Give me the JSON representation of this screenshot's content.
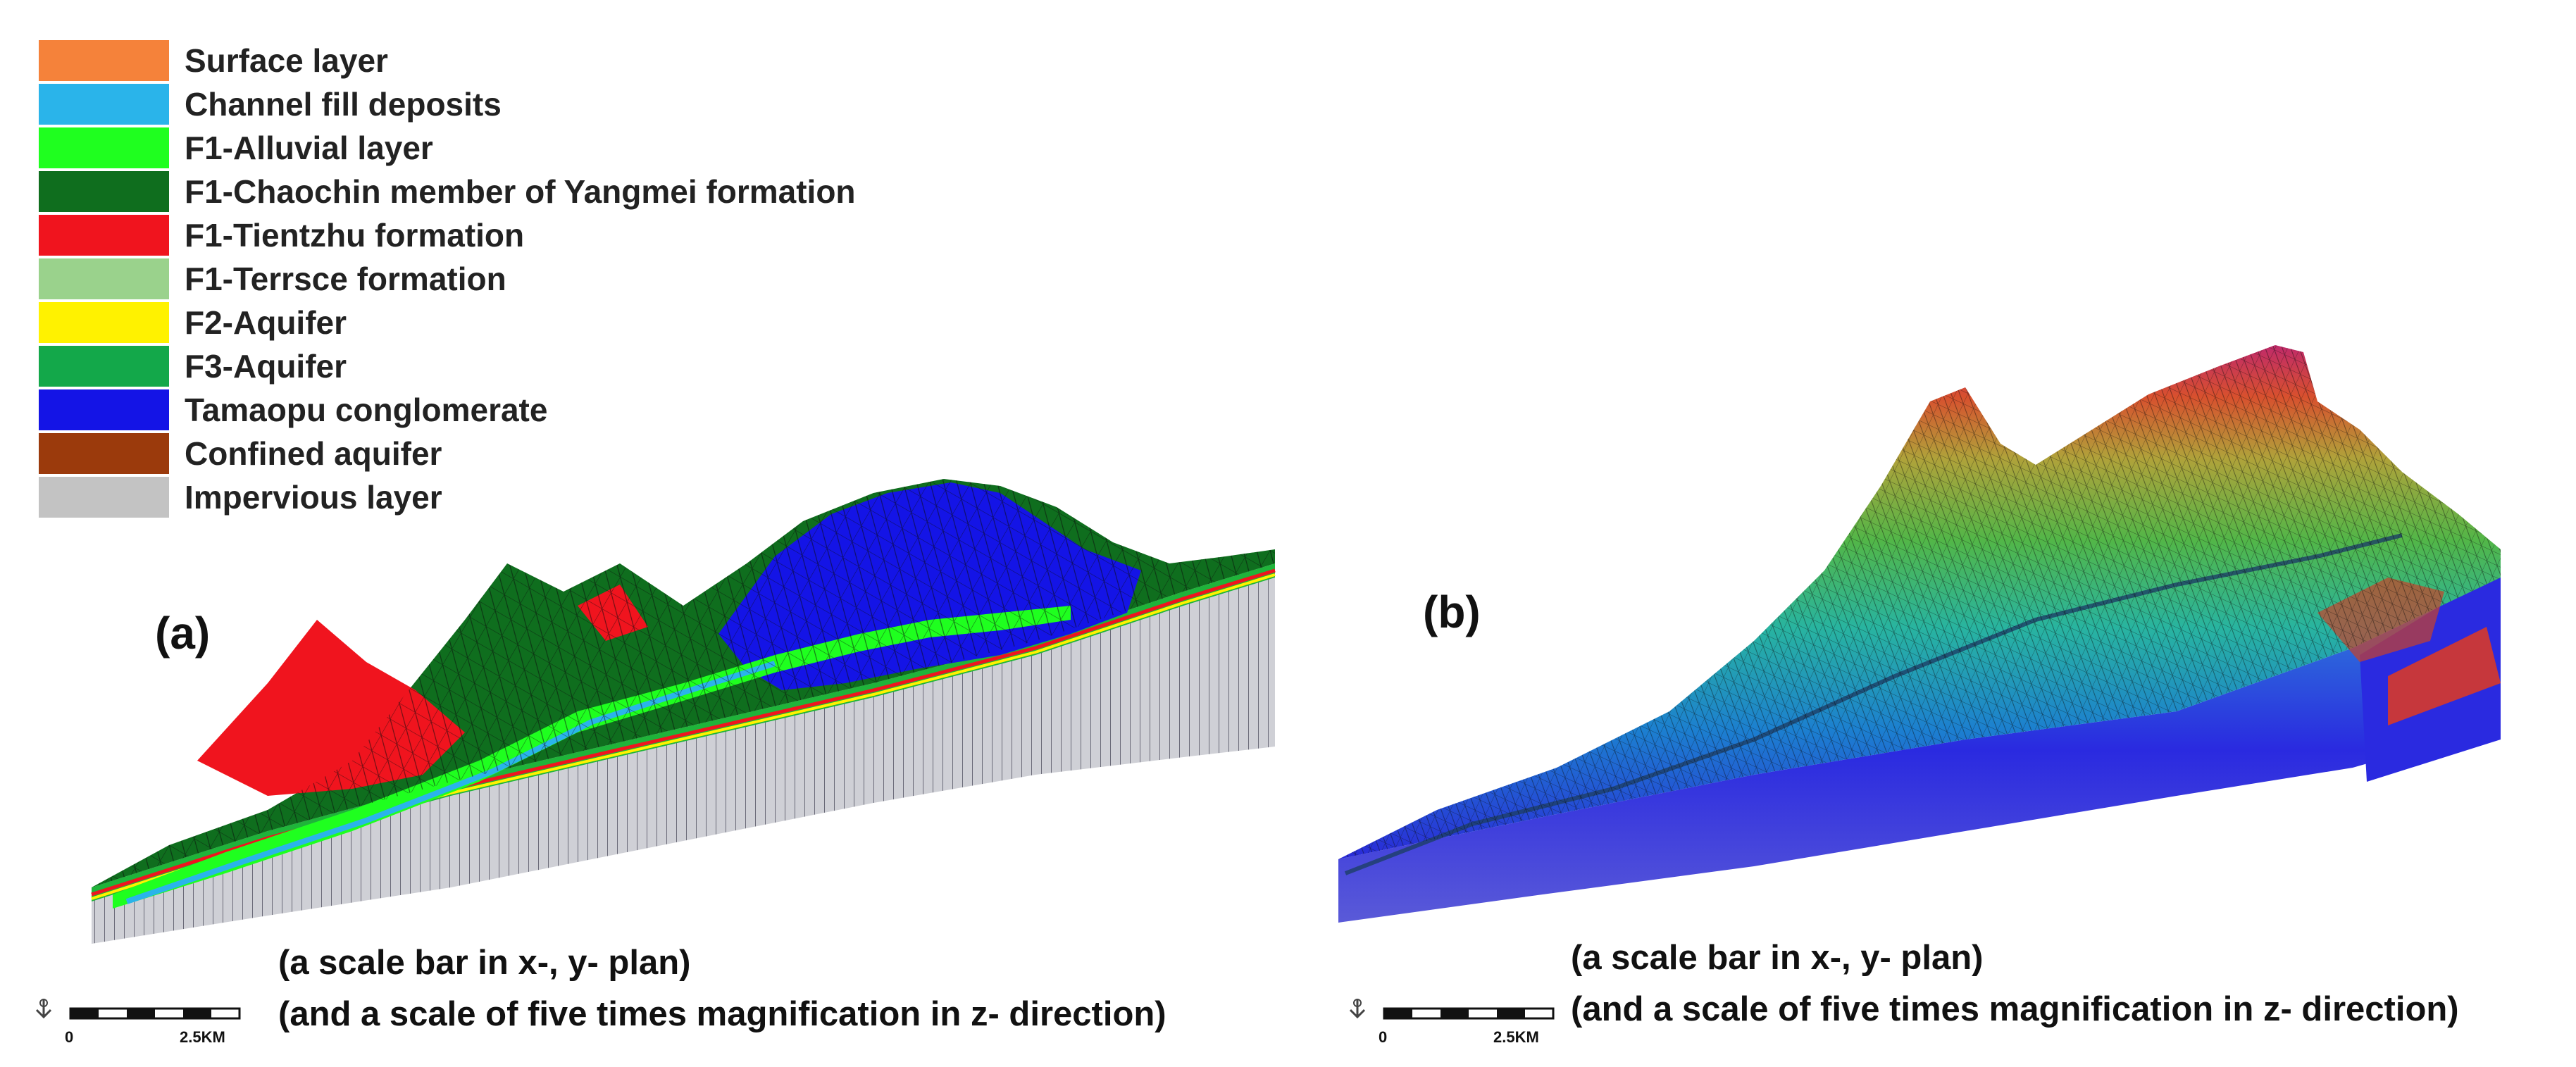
{
  "legend": {
    "items": [
      {
        "label": "Surface layer",
        "color": "#f5823a"
      },
      {
        "label": "Channel fill deposits",
        "color": "#2ab4ea"
      },
      {
        "label": "F1-Alluvial layer",
        "color": "#1fff1f"
      },
      {
        "label": "F1-Chaochin member of Yangmei formation",
        "color": "#0f6e1e"
      },
      {
        "label": "F1-Tientzhu formation",
        "color": "#f0141e"
      },
      {
        "label": "F1-Terrsce formation",
        "color": "#9ad28c"
      },
      {
        "label": "F2-Aquifer",
        "color": "#fff200"
      },
      {
        "label": "F3-Aquifer",
        "color": "#13a84a"
      },
      {
        "label": "Tamaopu conglomerate",
        "color": "#1414e6"
      },
      {
        "label": "Confined aquifer",
        "color": "#9b3a0c"
      },
      {
        "label": "Impervious layer",
        "color": "#c3c3c3"
      }
    ]
  },
  "panels": {
    "a": {
      "label": "(a)",
      "caption_line1": "(a scale bar in x-, y- plan)",
      "caption_line2": "(and a scale of five times magnification in z- direction)",
      "scale_start": "0",
      "scale_end": "2.5KM"
    },
    "b": {
      "label": "(b)",
      "caption_line1": "(a scale bar in x-, y- plan)",
      "caption_line2": "(and a scale of five times magnification in z- direction)",
      "scale_start": "0",
      "scale_end": "2.5KM"
    }
  }
}
